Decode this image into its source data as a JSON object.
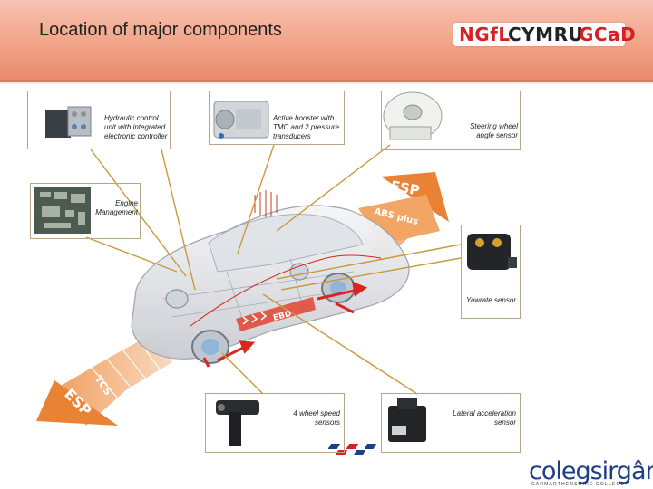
{
  "slide": {
    "title": "Location of major components"
  },
  "logos": {
    "top_a": "NGfL",
    "top_b": "CYMRU",
    "top_c": "GCaD",
    "bottom_brand": "colegsirgâr",
    "bottom_sub": "CARMARTHENSHIRE COLLEGE"
  },
  "components": {
    "hydraulic": "Hydraulic control unit with integrated electronic controller",
    "booster": "Active booster with TMC and 2 pressure transducers",
    "steering": "Steering wheel angle sensor",
    "engine": "Engine Management",
    "yawrate": "Yawrate sensor",
    "wheel_speed": "4 wheel speed sensors",
    "lateral": "Lateral acceleration sensor"
  },
  "arrow_labels": {
    "esp_top": "ESP",
    "abs_plus": "ABS plus",
    "ebd": "EBD",
    "tcs": "TCS",
    "esp_bottom": "ESP"
  }
}
